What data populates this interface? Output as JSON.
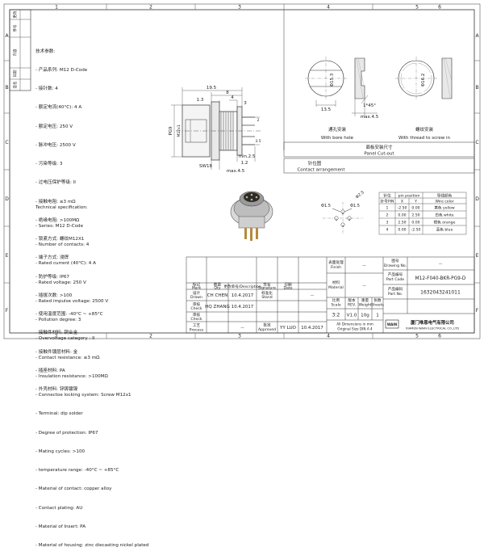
{
  "grid": {
    "cols": [
      "1",
      "2",
      "3",
      "4",
      "5",
      "6"
    ],
    "rows": [
      "A",
      "B",
      "C",
      "D",
      "E",
      "F"
    ]
  },
  "revision_block": {
    "rev": "更改",
    "rev_no": "序号",
    "content": "内容",
    "date": "日期",
    "sign": "签名"
  },
  "spec_cn": {
    "title": "技术参数:",
    "lines": [
      "- 产品系列: M12 D-Code",
      "- 接针数: 4",
      "- 额定电流(40°C): 4 A",
      "- 额定电压: 250 V",
      "- 脉冲电压: 2500 V",
      "- 污染等级: 3",
      "- 过电压保护等级: II",
      "- 接触电阻: ≤3 mΩ",
      "- 绝缘电阻: >100MΩ",
      "- 锁紧方式: 螺纹M12X1",
      "- 端子方式: 浸焊",
      "- 防护等级: IP67",
      "- 插拔次数: >100",
      "- 使用温度范围: -40°C ~ +85°C",
      "- 接触件材料: 铜合金",
      "- 接触件镀层材料: 金",
      "- 插座材料: PA",
      "- 外壳材料: 锌铸镀镍"
    ]
  },
  "spec_en": {
    "title": "Technical specification:",
    "lines": [
      "- Series: M12 D-Code",
      "- Number of contacts: 4",
      "- Rated current (40°C): 4 A",
      "- Rated voltage: 250 V",
      "- Rated impulse voltage: 2500 V",
      "- Pollution degree: 3",
      "- Overvoltage category : II",
      "- Contact resistance: ≤3 mΩ",
      "- Insulation resistance: >100MΩ",
      "- Connectoe locking system: Screw M12x1",
      "- Terminal: dip solder",
      "- Degree of protection: IP67",
      "- Mating cycles: >100",
      "- temperature range: -40°C ~ +85°C",
      "- Material of contact: copper alloy",
      "- Contact plating: AU",
      "- Material of Insert: PA",
      "- Material of housing: zinc diecasting nickel plated"
    ]
  },
  "dims": {
    "d1": "19.5",
    "d2": "8",
    "d3": "1.3",
    "d4": "4",
    "d5": "3",
    "d6": "PG9",
    "d7": "M12x1",
    "d8": "SW18",
    "d9": "max.4.5",
    "d10": "min.2.5",
    "d11": "1.2",
    "d12": "2",
    "d13": "3.5",
    "d14": "Φ15.3",
    "d15": "13.5",
    "d16": "1*45°",
    "d17": "max.4.5",
    "d18": "Φ16.2",
    "d19": "Φ1.5",
    "d20": "Φ1.5",
    "d21": "Φ2.5"
  },
  "panel": {
    "bore_cn": "通孔安装",
    "bore_en": "With bore hole",
    "thread_cn": "螺纹安装",
    "thread_en": "With thread to screw in",
    "cutout_cn": "面板安装尺寸",
    "cutout_en": "Panel Cut-out"
  },
  "contact": {
    "title_cn": "针位图",
    "title_en": "Contact arrangement",
    "pos_head": "针位",
    "pos_head_en": "pin position",
    "color_head_cn": "导线颜色",
    "color_head_en": "Wire color",
    "col_pin": "针号PIN",
    "col_x": "X",
    "col_y": "Y",
    "rows": [
      {
        "pin": "1",
        "x": "-2.50",
        "y": "0.00",
        "color": "黄色 yellow"
      },
      {
        "pin": "2",
        "x": "0.00",
        "y": "2.50",
        "color": "白色 white"
      },
      {
        "pin": "3",
        "x": "2.50",
        "y": "0.00",
        "color": "橙色 orange"
      },
      {
        "pin": "4",
        "x": "0.00",
        "y": "-2.50",
        "color": "蓝色 blue"
      }
    ]
  },
  "title_block": {
    "mark": "标记",
    "mark_en": "Mark",
    "qty": "数量",
    "qty_en": "Qty",
    "desc": "更改单号/Description",
    "sign": "签名",
    "sign_en": "Signature",
    "date": "日期",
    "date_en": "Date",
    "drawn": "设计",
    "drawn_en": "Drawn",
    "drawn_by": "CH CHEN",
    "drawn_date": "10.4.2017",
    "stand": "标准化",
    "stand_en": "Stand",
    "check": "审核",
    "check_en": "Check",
    "check_by": "HQ ZHANG",
    "check_date": "10.4.2017",
    "approved": "批准",
    "approved_en": "Approved",
    "approved_by": "YY LUO",
    "approved_date": "10.4.2017",
    "process": "工艺",
    "process_en": "Process",
    "finish": "表面处理",
    "finish_en": "Finish",
    "material": "材料",
    "material_en": "Material",
    "scale": "比例",
    "scale_en": "Scale",
    "scale_val": "3:2",
    "rev": "版本",
    "rev_en": "REV.",
    "rev_val": "V1.0",
    "weight": "重量",
    "weight_en": "Weight",
    "weight_val": "10g",
    "sheet": "张数",
    "sheet_en": "Sheets",
    "sheet_val": "1",
    "dash": "—",
    "units_line1": "All Dimensions in mm",
    "units_line2": "Original Size DIN A 4",
    "drawing_no_cn": "图号",
    "drawing_no_en": "Drawing No.",
    "part_code_cn": "产品编号",
    "part_code_en": "Part Code",
    "part_code_val": "M12-F040-BKR-PG9-D",
    "part_no_cn": "产品编码",
    "part_no_en": "Part No.",
    "part_no_val": "1632043241011",
    "company_cn": "厦门唯恩电气有限公司",
    "company_en": "XIAMEN WAIN ELECTRICAL CO.,LTD",
    "logo": "WAIN"
  }
}
